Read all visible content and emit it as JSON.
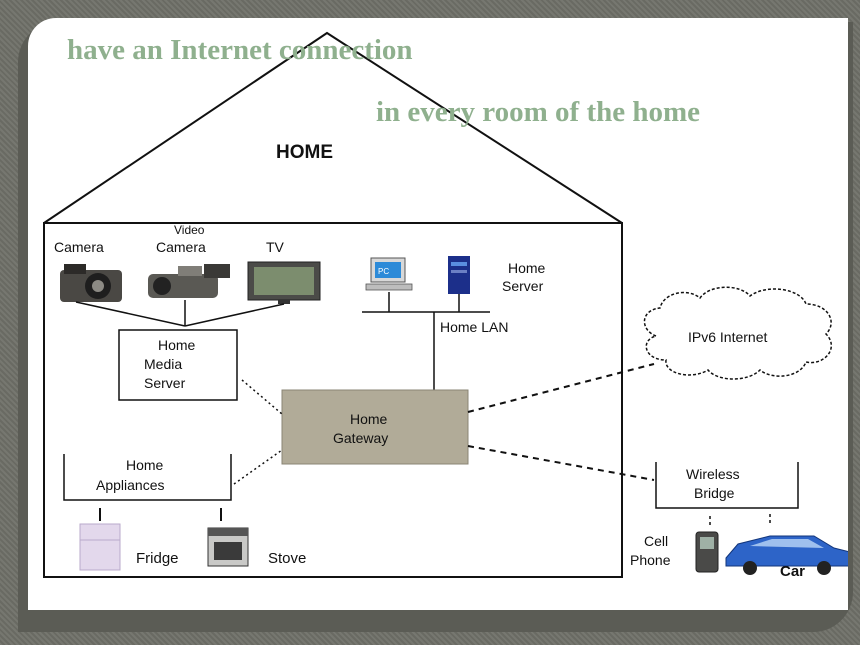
{
  "slide": {
    "caption_line1": "have an Internet connection",
    "caption_line2": "in every room of the home"
  },
  "diagram": {
    "home_label": "HOME",
    "devices": {
      "camera": "Camera",
      "video_camera_line1": "Video",
      "video_camera_line2": "Camera",
      "tv": "TV",
      "pc": "PC",
      "home_server_line1": "Home",
      "home_server_line2": "Server",
      "fridge": "Fridge",
      "stove": "Stove",
      "cell_phone_line1": "Cell",
      "cell_phone_line2": "Phone",
      "car": "Car"
    },
    "nodes": {
      "home_lan": "Home LAN",
      "media_server_line1": "Home",
      "media_server_line2": "Media",
      "media_server_line3": "Server",
      "gateway_line1": "Home",
      "gateway_line2": "Gateway",
      "appliances_line1": "Home",
      "appliances_line2": "Appliances",
      "internet": "IPv6 Internet",
      "wireless_line1": "Wireless",
      "wireless_line2": "Bridge"
    }
  },
  "colors": {
    "caption": "#8fb08e",
    "gateway_fill": "#b1ab98",
    "car_body": "#2d64c8",
    "pc_screen": "#2c8ad8",
    "server_body": "#1c2f8a"
  }
}
